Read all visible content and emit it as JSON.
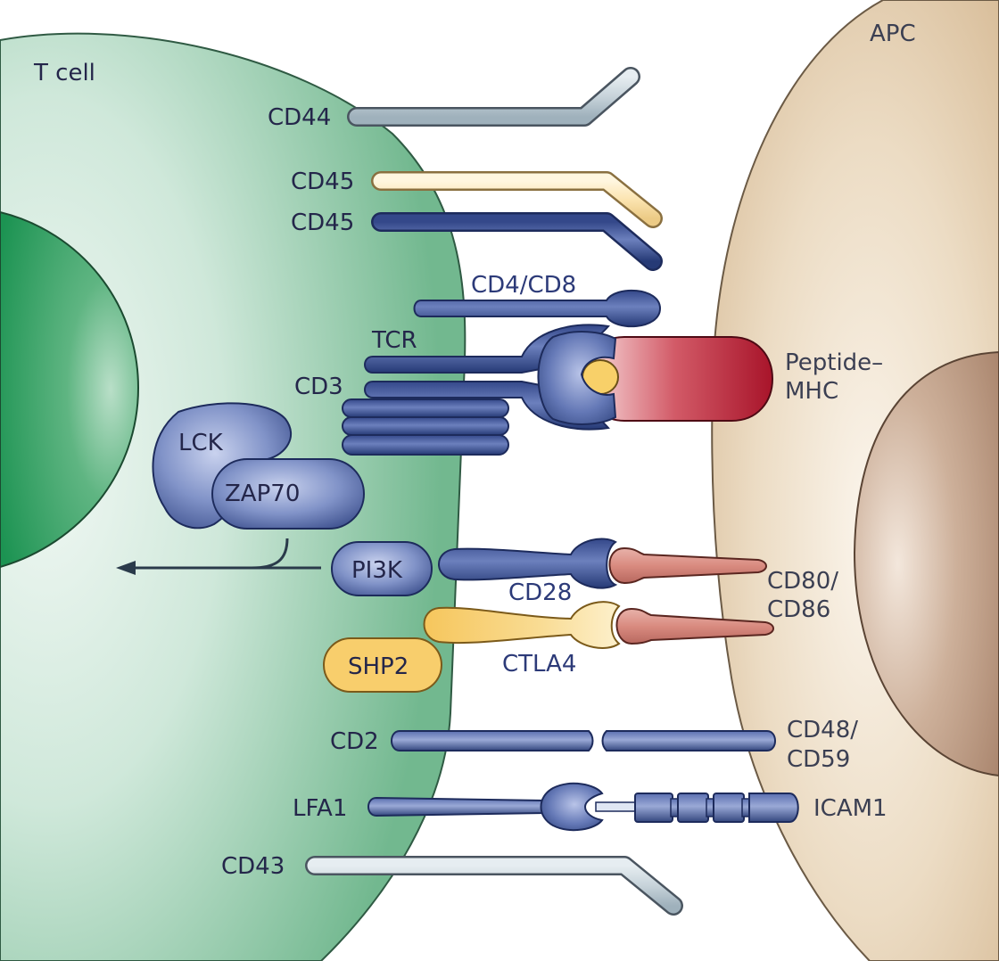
{
  "cells": {
    "t_cell": "T cell",
    "apc": "APC"
  },
  "molecules": {
    "cd44": "CD44",
    "cd45_top": "CD45",
    "cd45_bottom": "CD45",
    "cd4_cd8": "CD4/CD8",
    "tcr": "TCR",
    "cd3": "CD3",
    "peptide_mhc_line1": "Peptide–",
    "peptide_mhc_line2": "MHC",
    "lck": "LCK",
    "zap70": "ZAP70",
    "pi3k": "PI3K",
    "cd28": "CD28",
    "cd80_86_line1": "CD80/",
    "cd80_86_line2": "CD86",
    "ctla4": "CTLA4",
    "shp2": "SHP2",
    "cd2": "CD2",
    "cd48_59_line1": "CD48/",
    "cd48_59_line2": "CD59",
    "lfa1": "LFA1",
    "icam1": "ICAM1",
    "cd43": "CD43"
  },
  "colors": {
    "t_cell": "#86c4a0",
    "t_cell_nucleus": "#1f9a55",
    "apc": "#dcc09a",
    "apc_nucleus": "#bc9778",
    "receptor_blue": "#3e5394",
    "light_blue": "#8a9ccb",
    "grey": "#c5d1d8",
    "pale_yellow": "#fbe4b0",
    "yellow": "#f7cf6f",
    "mhc_red": "#b01c2e",
    "ligand_pink": "#d58a80"
  }
}
